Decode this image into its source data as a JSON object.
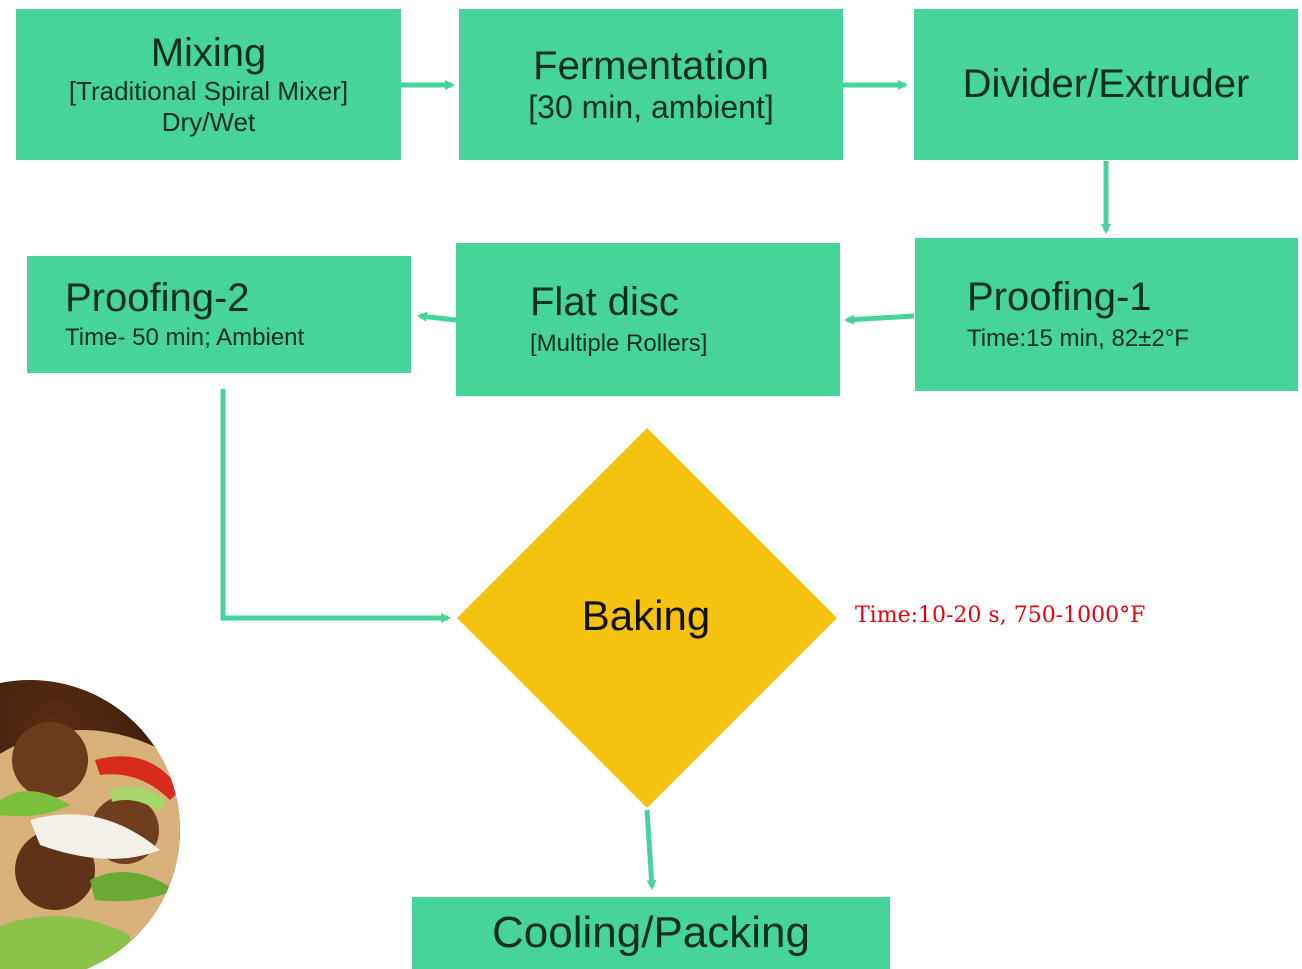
{
  "nodes": {
    "mixing": {
      "title": "Mixing",
      "detail_1": "[Traditional Spiral Mixer]",
      "detail_2": "Dry/Wet"
    },
    "fermentation": {
      "title": "Fermentation",
      "detail": "[30 min, ambient]"
    },
    "divider": {
      "title": "Divider/Extruder"
    },
    "proofing1": {
      "title": "Proofing-1",
      "detail": "Time:15 min, 82±2°F"
    },
    "flat_disc": {
      "title": "Flat disc",
      "detail": "[Multiple Rollers]"
    },
    "proofing2": {
      "title": "Proofing-2",
      "detail": "Time- 50 min; Ambient"
    },
    "baking": {
      "title": "Baking",
      "note": "Time:10-20 s, 750-1000°F"
    },
    "cooling": {
      "title": "Cooling/Packing"
    }
  },
  "colors": {
    "box_fill": "#47d49a",
    "arrow": "#47d49a",
    "diamond_fill": "#f5c20f",
    "note_text": "#e8000d"
  },
  "decor": {
    "photo": "falafel-pita-photo"
  }
}
